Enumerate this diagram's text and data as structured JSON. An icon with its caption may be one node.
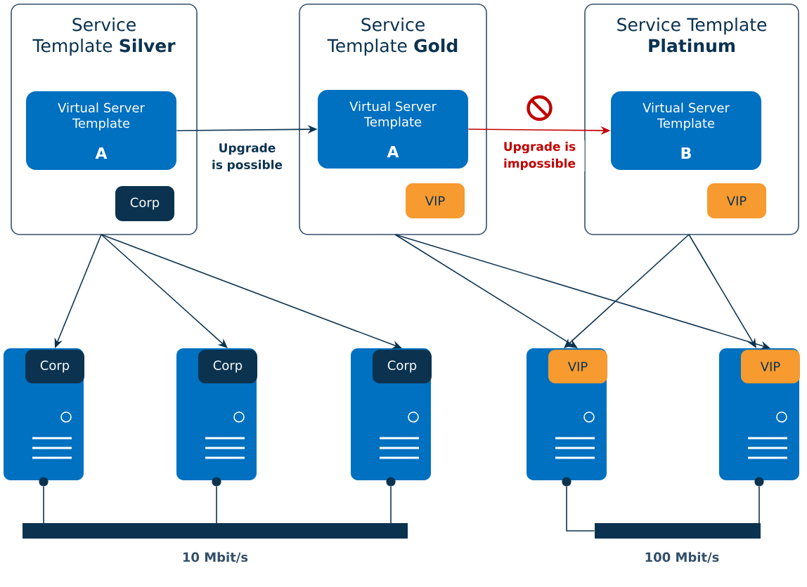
{
  "diagram": {
    "nodes": [
      {
        "text": [
          "Service Template **Silver**"
        ]
      },
      {
        "text": [
          "Virtual Server Template",
          "A"
        ],
        "in": 0
      },
      {
        "text": [
          "Corp"
        ],
        "in": 0
      },
      {
        "text": [
          "Service Template **Gold**"
        ]
      },
      {
        "text": [
          "Virtual Server Template",
          "A"
        ],
        "in": 3
      },
      {
        "text": [
          "VIP"
        ],
        "in": 3
      },
      {
        "text": [
          "Service Template **Platinum**"
        ]
      },
      {
        "text": [
          "Virtual Server Template",
          "B"
        ],
        "in": 6
      },
      {
        "text": [
          "VIP"
        ],
        "in": 6
      },
      {
        "text": [
          "Corp"
        ]
      },
      {
        "text": [
          "Corp"
        ]
      },
      {
        "text": [
          "Corp"
        ]
      },
      {
        "text": [
          "VIP"
        ]
      },
      {
        "text": [
          "VIP"
        ]
      },
      {
        "text": [],
        "shape": "bar",
        "beside": [
          "10 Mbit/s"
        ]
      },
      {
        "text": [],
        "shape": "bar",
        "beside": [
          "100 Mbit/s"
        ]
      }
    ],
    "edges": [
      {
        "from": 1,
        "to": 4,
        "arrow": "to",
        "label": "Upgrade is possible"
      },
      {
        "from": 4,
        "to": 7,
        "arrow": "to",
        "label": "Upgrade is impossible",
        "color": "#c00000"
      },
      {
        "from": 0,
        "to": 9,
        "arrow": "to"
      },
      {
        "from": 0,
        "to": 10,
        "arrow": "to"
      },
      {
        "from": 0,
        "to": 11,
        "arrow": "to"
      },
      {
        "from": 3,
        "to": 12,
        "arrow": "to"
      },
      {
        "from": 3,
        "to": 13,
        "arrow": "to"
      },
      {
        "from": 6,
        "to": 12,
        "arrow": "to"
      },
      {
        "from": 6,
        "to": 13,
        "arrow": "to"
      },
      {
        "from": 9,
        "to": 14,
        "arrow": "none"
      },
      {
        "from": 10,
        "to": 14,
        "arrow": "none"
      },
      {
        "from": 11,
        "to": 14,
        "arrow": "none"
      },
      {
        "from": 12,
        "to": 15,
        "arrow": "none"
      },
      {
        "from": 13,
        "to": 15,
        "arrow": "none"
      }
    ]
  }
}
